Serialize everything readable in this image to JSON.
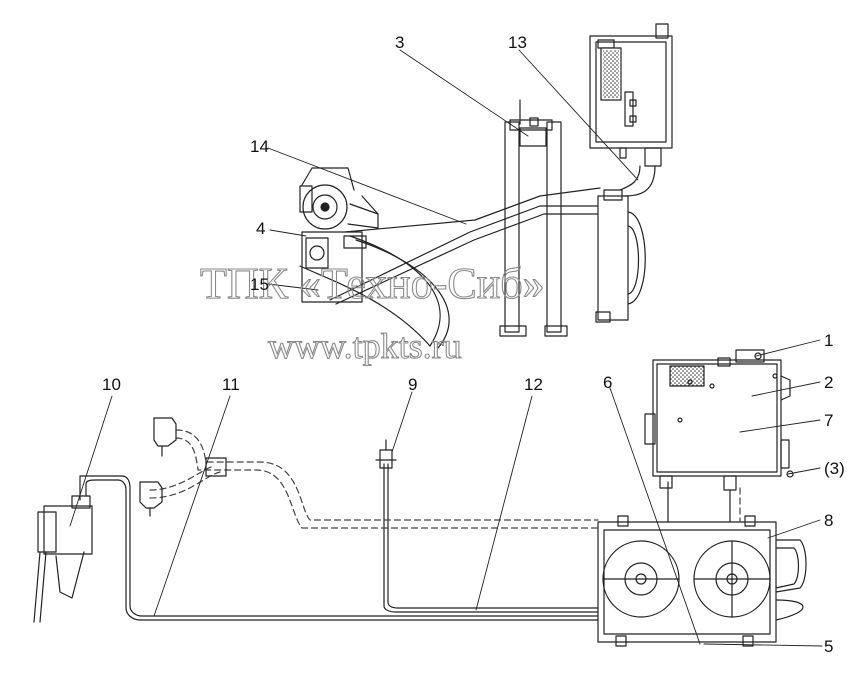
{
  "diagram": {
    "callouts": [
      {
        "id": "c1",
        "text": "1"
      },
      {
        "id": "c2",
        "text": "2"
      },
      {
        "id": "c3",
        "text": "3"
      },
      {
        "id": "c4",
        "text": "4"
      },
      {
        "id": "c5",
        "text": "5"
      },
      {
        "id": "c6",
        "text": "6"
      },
      {
        "id": "c7",
        "text": "7"
      },
      {
        "id": "c8",
        "text": "8"
      },
      {
        "id": "c9",
        "text": "9"
      },
      {
        "id": "c10",
        "text": "10"
      },
      {
        "id": "c11",
        "text": "11"
      },
      {
        "id": "c12",
        "text": "12"
      },
      {
        "id": "c13",
        "text": "13"
      },
      {
        "id": "c14",
        "text": "14"
      },
      {
        "id": "c15",
        "text": "15"
      },
      {
        "id": "c3p",
        "text": "(3)"
      }
    ]
  },
  "watermark": {
    "line1": "ТПК «Техно-Сиб»",
    "line2": "www.tpkts.ru"
  }
}
